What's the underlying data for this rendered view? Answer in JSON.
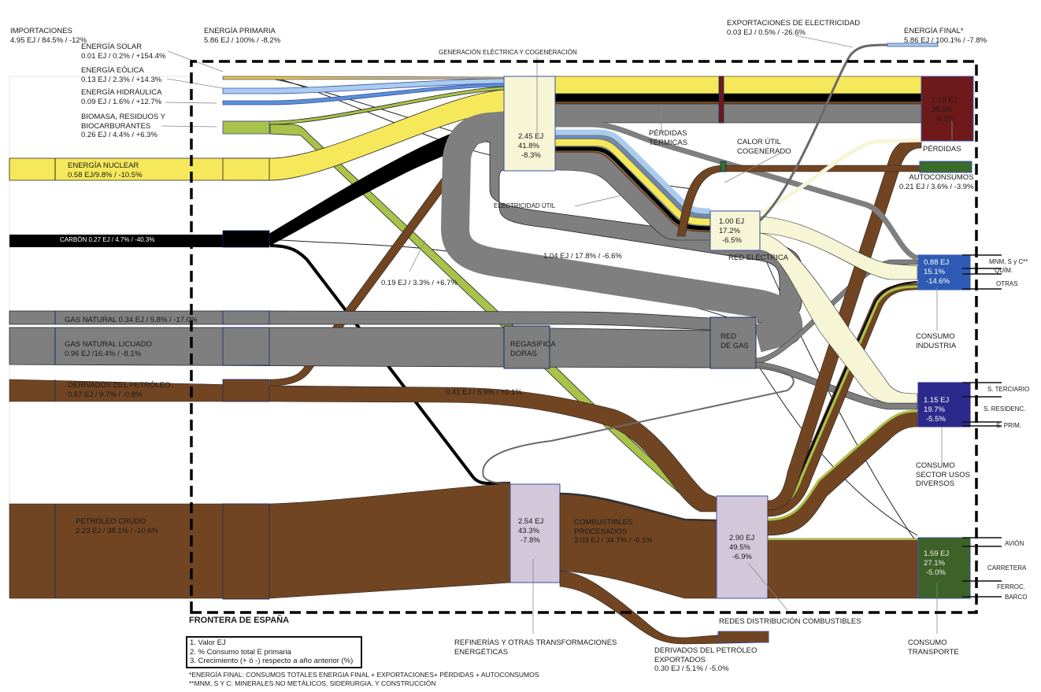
{
  "title": "Flujos de energía en España",
  "colors": {
    "solar": "#f0c23a",
    "eolica": "#a9cdef",
    "hidraulica": "#5b8fd6",
    "biomasa": "#a9c24a",
    "nuclear": "#f5e85a",
    "carbon": "#000000",
    "gas": "#7f7f7f",
    "petroleo": "#714522",
    "electricidad": "#f6f5d6",
    "perdidas": "#6e1a1a",
    "autoconsumos": "#3a6b2a",
    "industria": "#2e5bb3",
    "usos_diversos": "#2b2a8c",
    "transporte": "#3d6228",
    "refinerias": "#d3c7da",
    "frontera": "#000000"
  },
  "headers": {
    "importaciones": {
      "title": "IMPORTACIONES",
      "value": "4.95 EJ / 84.5% / -12%"
    },
    "energia_primaria": {
      "title": "ENERGÍA PRIMARIA",
      "value": "5.86 EJ / 100% / -8.2%"
    },
    "generacion": {
      "title": "GENERACIÓN ELÉCTRICA Y COGENERACIÓN"
    },
    "exportaciones_electricidad": {
      "title": "EXPORTACIONES DE ELECTRICIDAD",
      "value": "0.03 EJ / 0.5% / -26.6%"
    },
    "energia_final": {
      "title": "ENERGÍA FINAL*",
      "value": "5.86 EJ / 100.1% / -7.8%"
    }
  },
  "sources": [
    {
      "id": "solar",
      "title": "ENERGÍA SOLAR",
      "value": "0.01 EJ / 0.2% / +154.4%"
    },
    {
      "id": "eolica",
      "title": "ENERGÍA EÓLICA",
      "value": "0.13 EJ / 2.3% / +14.3%"
    },
    {
      "id": "hidraulica",
      "title": "ENERGÍA HIDRÁULICA",
      "value": "0.09 EJ / 1.6% / +12.7%"
    },
    {
      "id": "biomasa",
      "title1": "BIOMASA, RESIDUOS Y",
      "title2": "BIOCARBURANTES",
      "value": "0.26 EJ / 4.4% / +6.3%"
    },
    {
      "id": "nuclear",
      "title": "ENERGÍA NUCLEAR",
      "value": "0.58 EJ/9.8% / -10.5%"
    },
    {
      "id": "carbon",
      "title": "CARBÓN  0.27 EJ / 4.7% / -40.3%"
    },
    {
      "id": "gas",
      "title": "GAS NATURAL 0.34 EJ / 5.8% / -17.0%"
    },
    {
      "id": "gnl",
      "title": "GAS NATURAL LICUADO",
      "value": "0.96 EJ /16.4% / -8.1%"
    },
    {
      "id": "derivados",
      "title": "DERIVADOS DEL PETRÓLEO",
      "value": "0.57 EJ / 9.7% / -0.8%"
    },
    {
      "id": "crudo",
      "title": "PETRÓLEO  CRUDO",
      "value": "2.23 EJ / 38.1% / -10.6%"
    }
  ],
  "nodes": {
    "generacion": {
      "v1": "2.45 EJ",
      "v2": "41.8%",
      "v3": "-8.3%"
    },
    "red_electrica": {
      "v1": "1.00 EJ",
      "v2": "17.2%",
      "v3": "-6.5%",
      "label": "RED ELÉCTRICA"
    },
    "perdidas": {
      "v1": "1.70 EJ",
      "v2": "28.9%",
      "v3": "-9.1%",
      "label": "PÉRDIDAS"
    },
    "autoconsumos": {
      "label": "AUTOCONSUMOS",
      "value": "0.21 EJ / 3.6% / -3.9%"
    },
    "industria": {
      "v1": "0.88 EJ",
      "v2": "15.1%",
      "v3": "-14.6%",
      "label1": "CONSUMO",
      "label2": "INDUSTRIA"
    },
    "usos_diversos": {
      "v1": "1.15 EJ",
      "v2": "19.7%",
      "v3": "-5.5%",
      "label1": "CONSUMO",
      "label2": "SECTOR USOS",
      "label3": "DIVERSOS"
    },
    "transporte": {
      "v1": "1.59 EJ",
      "v2": "27.1%",
      "v3": "-5.0%",
      "label1": "CONSUMO",
      "label2": "TRANSPORTE"
    },
    "refinerias": {
      "v1": "2.54 EJ",
      "v2": "43.3%",
      "v3": "-7.8%",
      "label1": "REFINERÍAS Y OTRAS TRANSFORMACIONES",
      "label2": "ENERGÉTICAS"
    },
    "redes_combustibles": {
      "v1": "2.90 EJ",
      "v2": "49.5%",
      "v3": "-6.9%",
      "label": "REDES DISTRIBUCIÓN COMBUSTIBLES"
    },
    "regasificadoras": {
      "label1": "REGASIFICA",
      "label2": "DORAS"
    },
    "red_gas": {
      "label1": "RED",
      "label2": "DE GAS"
    }
  },
  "flow_labels": {
    "perdidas_termicas": [
      "PÉRDIDAS",
      "TÉRMICAS"
    ],
    "calor_util": [
      "CALOR ÚTIL",
      "COGENERADO"
    ],
    "electricidad_util": "ELECTRICIDAD ÚTIL",
    "gas_generacion": "1.04 EJ / 17.8% / -6.6%",
    "biomasa_combustibles": "0.19 EJ / 3.3% / +6.7%",
    "derivados_redes": "0.41 EJ / 6.9% / +0.1%",
    "combustibles_procesados": {
      "t1": "COMBUSTIBLES",
      "t2": "PROCESADOS",
      "value": "2.03 EJ / 34.7% / -6.1%"
    },
    "derivados_exportados": {
      "t1": "DERIVADOS DEL PETRÓLEO",
      "t2": "EXPORTADOS",
      "value": "0.30 EJ / 5.1% / -5.0%"
    }
  },
  "sectors": {
    "industria": [
      "MNM, S y C**",
      "QUÍM.",
      "OTRAS"
    ],
    "usos_diversos": [
      "S. TERCIARIO",
      "S. RESIDENC.",
      "S. PRIM."
    ],
    "transporte": [
      "AVIÓN",
      "CARRETERA",
      "FERROC.",
      "BARCO"
    ]
  },
  "frontera": "FRONTERA DE ESPAÑA",
  "legend": [
    "1. Valor  EJ",
    "2. % Consumo total E primaria",
    "3. Crecimiento (+ ó -) respecto a año anterior (%)"
  ],
  "footnotes": [
    "*ENERGÍA FINAL: CONSUMOS TOTALES ENERGIA FINAL + EXPORTACIONES+ PÉRDIDAS + AUTOCONSUMOS",
    "**MNM, S Y C: MINERALES NO METÁLICOS, SIDERURGIA, Y CONSTRUCCIÓN"
  ]
}
